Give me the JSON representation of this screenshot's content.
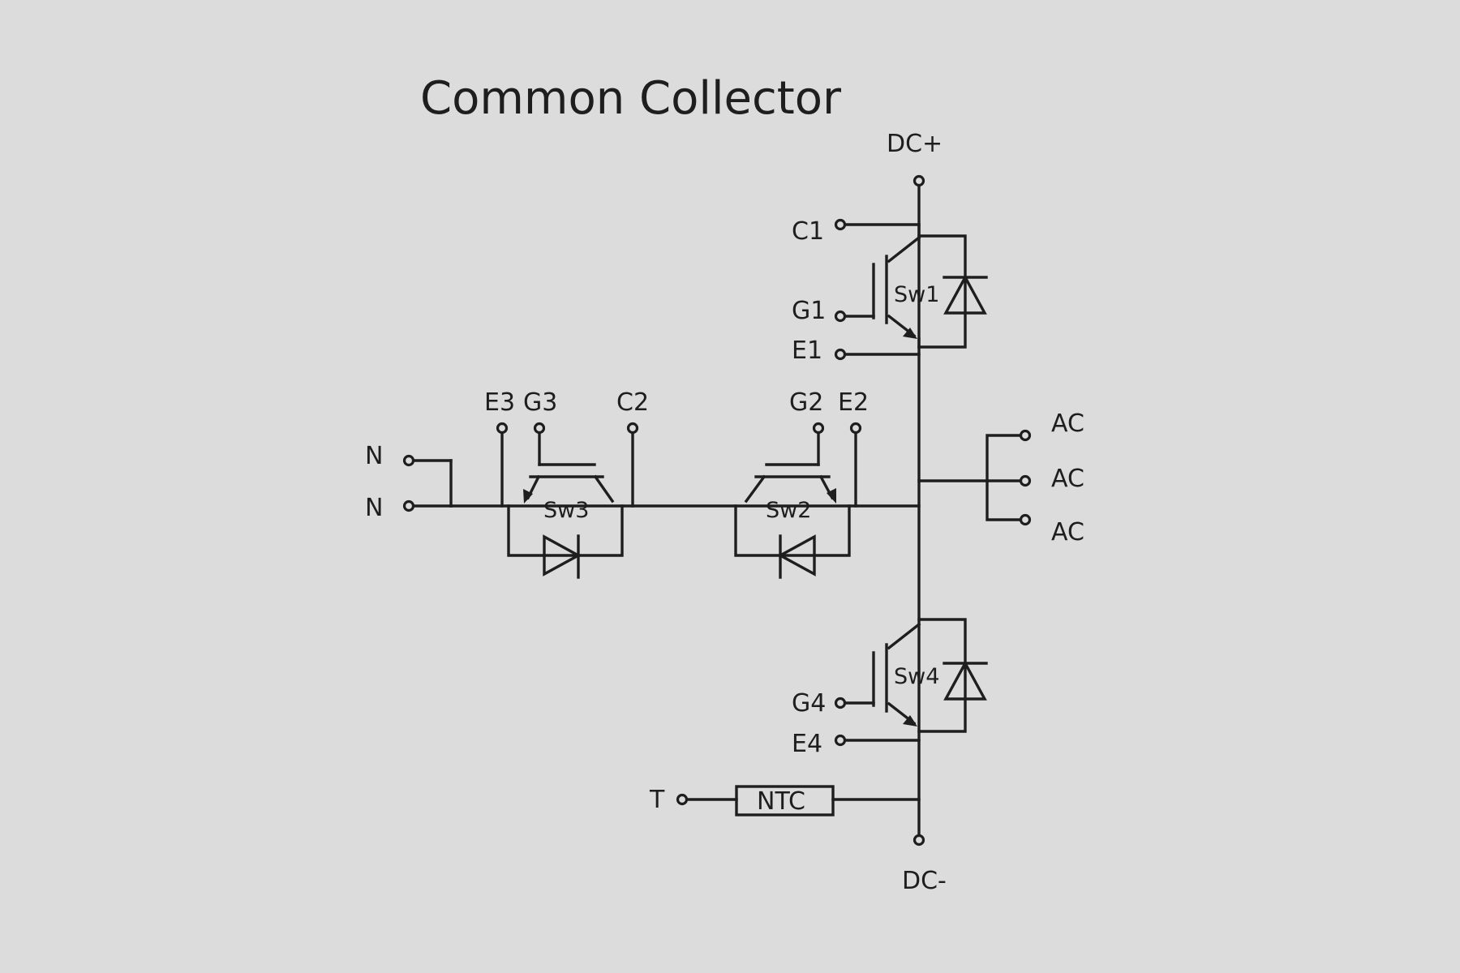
{
  "title": "Common Collector",
  "terminals": {
    "dc_plus": "DC+",
    "dc_minus": "DC-",
    "c1": "C1",
    "g1": "G1",
    "e1": "E1",
    "e3": "E3",
    "g3": "G3",
    "c2": "C2",
    "g2": "G2",
    "e2": "E2",
    "n1": "N",
    "n2": "N",
    "ac1": "AC",
    "ac2": "AC",
    "ac3": "AC",
    "g4": "G4",
    "e4": "E4",
    "t": "T"
  },
  "switches": {
    "sw1": "Sw1",
    "sw2": "Sw2",
    "sw3": "Sw3",
    "sw4": "Sw4"
  },
  "thermistor": "NTC"
}
